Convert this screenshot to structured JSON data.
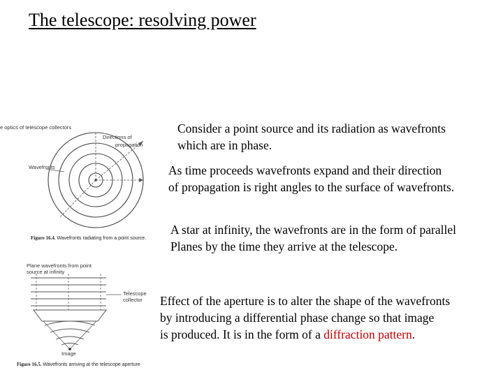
{
  "slide": {
    "title": "The telescope: resolving power",
    "paragraphs": [
      {
        "lines": [
          "Consider a point source and its radiation as wavefronts",
          "which are in phase."
        ]
      },
      {
        "lines": [
          "As time proceeds wavefronts expand  and their direction",
          "of propagation is right angles to the surface of wavefronts."
        ]
      },
      {
        "lines": [
          "A star at infinity, the wavefronts are in the form of parallel",
          "Planes by the time they arrive at the telescope."
        ]
      },
      {
        "lines": [
          "Effect of the aperture is to  alter the shape of the wavefronts",
          "by introducing a differential phase change so that image"
        ],
        "last_line_prefix": "is produced. It is in the form of a ",
        "last_line_highlight": "diffraction pattern",
        "last_line_suffix": ".",
        "highlight_color": "#c00000"
      }
    ]
  },
  "figure_1": {
    "header": "e optics of telescope collectors",
    "label_directions": "Directions of",
    "label_propagation": "propagation",
    "label_wavefronts": "Wavefronts",
    "caption_figure": "Figure 16.4.",
    "caption_text": "Wavefronts radiating from a point source."
  },
  "figure_2": {
    "label_plane_1": "Plane wavefronts  from point",
    "label_plane_2": "source  at infinity",
    "label_telescope_1": "Telescope",
    "label_telescope_2": "collector",
    "label_image": "Image",
    "caption_figure": "Figure 16.5.",
    "caption_text": "Wavefronts arriving at the telescope aperture"
  }
}
